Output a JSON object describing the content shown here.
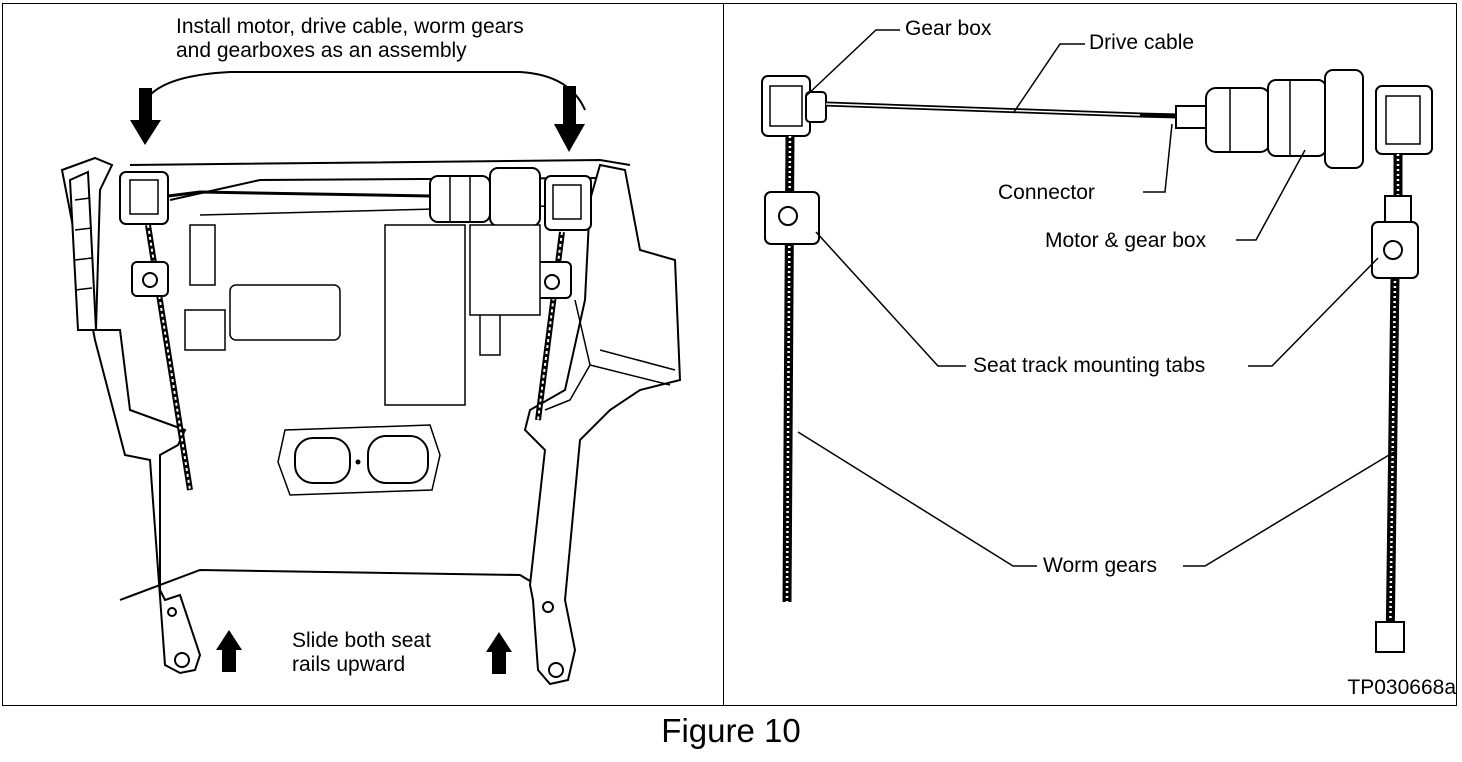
{
  "left_panel": {
    "install_note": "Install motor, drive cable, worm gears\nand gearboxes as an assembly",
    "slide_note": "Slide both seat\nrails upward"
  },
  "right_panel": {
    "labels": {
      "gear_box": "Gear box",
      "drive_cable": "Drive cable",
      "connector": "Connector",
      "motor_gear_box": "Motor & gear box",
      "mounting_tabs": "Seat track mounting tabs",
      "worm_gears": "Worm gears"
    }
  },
  "figure_code": "TP030668a",
  "caption": "Figure 10"
}
